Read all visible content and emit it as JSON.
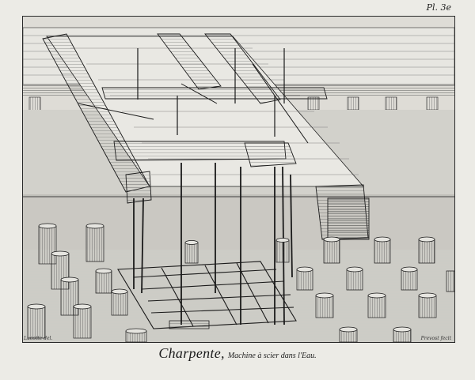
{
  "plate": {
    "number": "Pl. 3e",
    "title": "Charpente,",
    "subtitle": "Machine à scier dans l'Eau.",
    "credit_left": "Lucotte del.",
    "credit_right": "Prevost fecit"
  },
  "colors": {
    "paper": "#ecebe6",
    "ink": "#1e1e1e",
    "water": "#c9c8c2",
    "wood_light": "#e4e3de"
  }
}
